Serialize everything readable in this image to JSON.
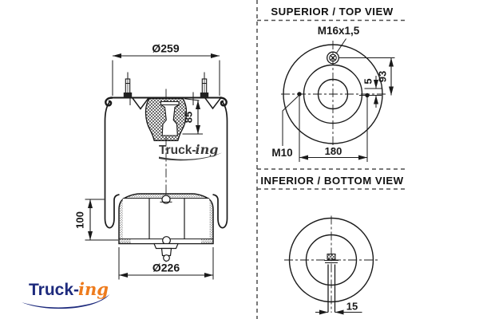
{
  "side_view": {
    "dim_top_diameter": "Ø259",
    "dim_bumper_height": "85",
    "dim_piston_height": "100",
    "dim_bottom_diameter": "Ø226"
  },
  "top_view": {
    "title": "SUPERIOR / TOP VIEW",
    "fitting_thread": "M16x1,5",
    "stud_thread": "M10",
    "dim_stud_spacing": "180",
    "dim_fitting_offset": "93",
    "dim_stud_offset": "5"
  },
  "bottom_view": {
    "title": "INFERIOR / BOTTOM VIEW",
    "dim_slot_width": "15"
  },
  "watermark": {
    "text_primary": "Truck-",
    "text_secondary": "ing"
  },
  "logo": {
    "text_primary": "Truck-",
    "text_secondary": "ing"
  },
  "colors": {
    "logo_blue": "#1e2b7d",
    "logo_orange": "#ee7c1e",
    "watermark": "#3b3b3b",
    "line": "#1a1a1a",
    "dashed_border": "#4d4d4d"
  }
}
